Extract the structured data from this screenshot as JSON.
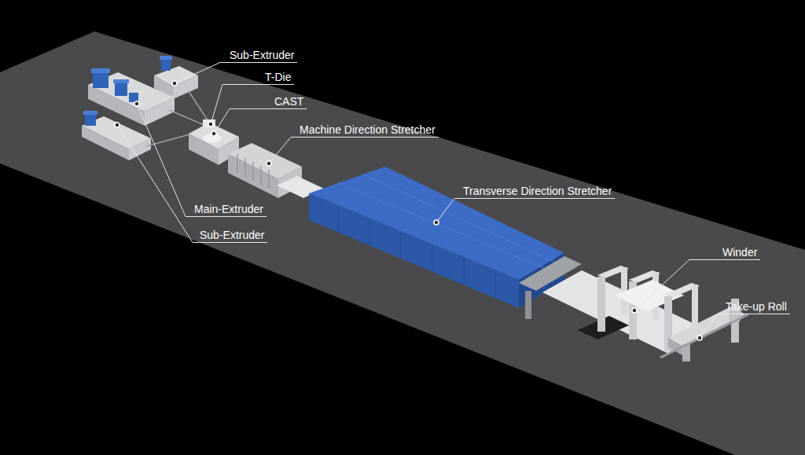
{
  "diagram": {
    "labels": [
      "Sub-Extruder",
      "T-Die",
      "CAST",
      "Machine Direction Stretcher",
      "Transverse Direction Stretcher",
      "Winder",
      "Take-up Roll",
      "Main-Extruder",
      "Sub-Extruder"
    ]
  }
}
